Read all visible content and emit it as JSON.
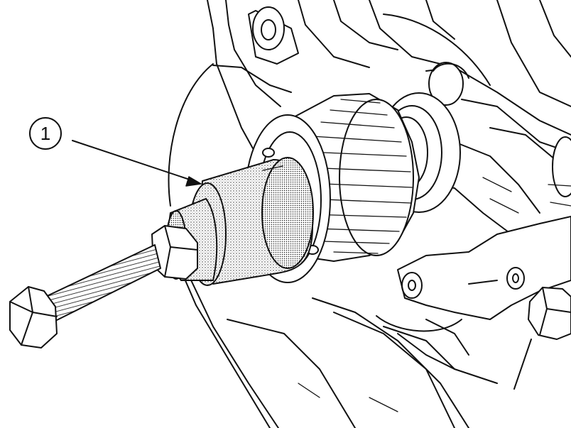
{
  "callout": {
    "number": "1"
  },
  "icons": [
    "arrow-leader",
    "puller-tool",
    "bolt",
    "pulley"
  ]
}
